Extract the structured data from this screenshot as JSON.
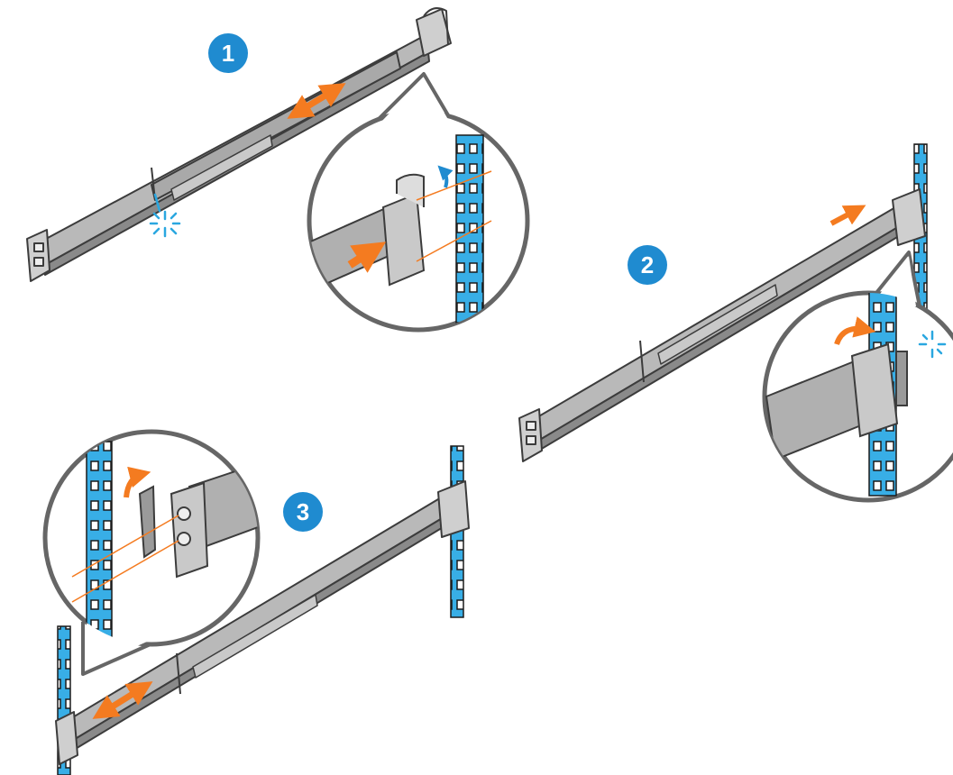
{
  "steps": [
    {
      "number": "1"
    },
    {
      "number": "2"
    },
    {
      "number": "3"
    }
  ],
  "colors": {
    "step_badge": "#1f8bd0",
    "rack_post": "#38aee6",
    "rail_fill": "#b9b9b9",
    "rail_dark": "#8a8a8a",
    "outline": "#3c3c3c",
    "arrow": "#f47b20",
    "spark": "#2aa7e0",
    "callout_ring": "#666666"
  },
  "icons": [
    "double-arrow-icon",
    "push-arrow-icon",
    "rotate-arrow-icon",
    "click-spark-icon"
  ]
}
